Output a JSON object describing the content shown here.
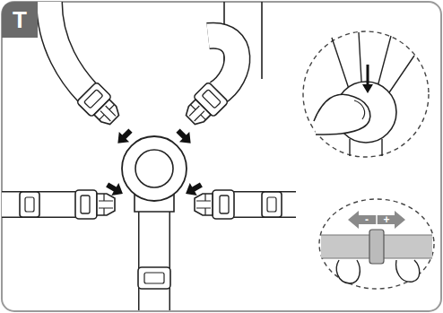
{
  "diagram": {
    "labels": [
      "T",
      "-",
      "+"
    ]
  }
}
